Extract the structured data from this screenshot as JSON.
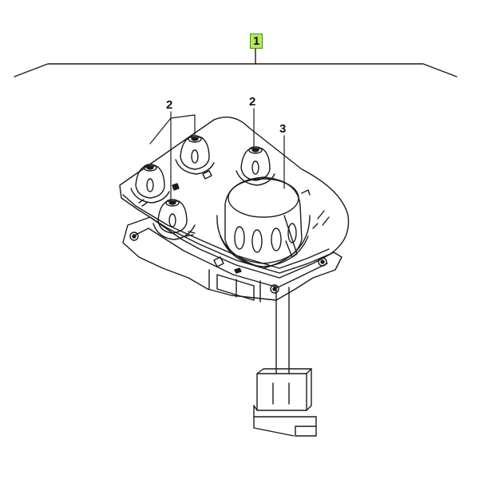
{
  "diagram": {
    "callouts": {
      "assembly": "1",
      "knob_small": "2",
      "knob_small_top": "2",
      "knob_large": "3"
    },
    "highlight_color": "#b6ea5c",
    "line_color": "#1a1a1a",
    "background_color": "#ffffff"
  }
}
